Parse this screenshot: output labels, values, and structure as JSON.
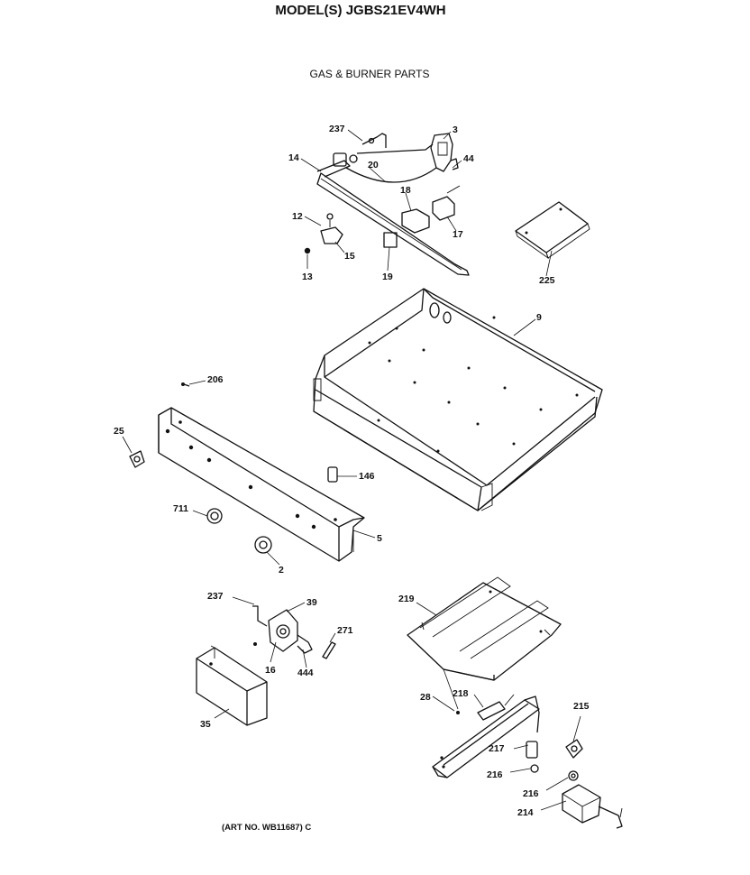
{
  "header": {
    "model": "MODEL(S) JGBS21EV4WH",
    "section_title": "GAS & BURNER PARTS",
    "art_number": "(ART NO. WB11687) C"
  },
  "part_labels": {
    "p237a": "237",
    "p3": "3",
    "p14": "14",
    "p20": "20",
    "p44": "44",
    "p18": "18",
    "p12": "12",
    "p17": "17",
    "p15": "15",
    "p13": "13",
    "p19": "19",
    "p225": "225",
    "p9": "9",
    "p206": "206",
    "p25": "25",
    "p146": "146",
    "p711": "711",
    "p5": "5",
    "p2": "2",
    "p237b": "237",
    "p39": "39",
    "p271": "271",
    "p16": "16",
    "p444": "444",
    "p35": "35",
    "p219": "219",
    "p28": "28",
    "p218": "218",
    "p215": "215",
    "p217": "217",
    "p216a": "216",
    "p216b": "216",
    "p214": "214"
  }
}
